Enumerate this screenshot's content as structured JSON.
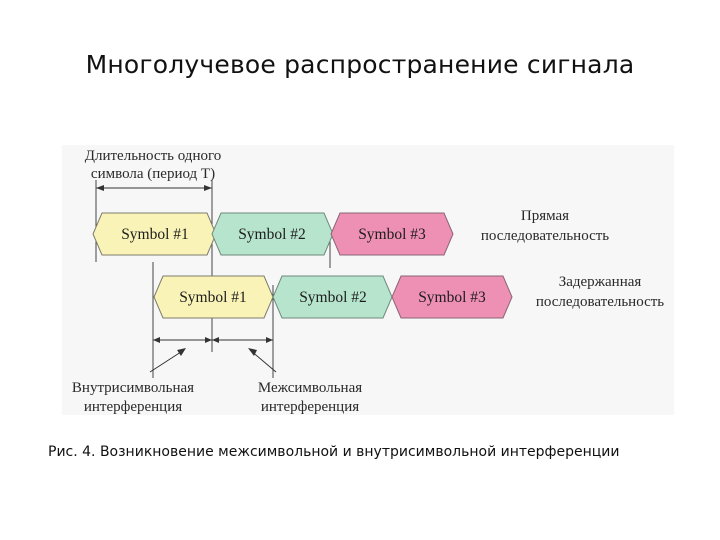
{
  "title": "Многолучевое распространение сигнала",
  "caption": "Рис. 4. Возникновение межсимвольной и внутрисимвольной интерференции",
  "diagram": {
    "symbol_duration_label": [
      "Длительность одного",
      "символа (период T)"
    ],
    "direct_sequence_label": [
      "Прямая",
      "последовательность"
    ],
    "delayed_sequence_label": [
      "Задержанная",
      "последовательность"
    ],
    "intrasymbol_label": [
      "Внутрисимвольная",
      "интерференция"
    ],
    "intersymbol_label": [
      "Межсимвольная",
      "интерференция"
    ],
    "direct_symbols": [
      {
        "label": "Symbol #1",
        "color": "#faf3b8"
      },
      {
        "label": "Symbol #2",
        "color": "#b7e4cc"
      },
      {
        "label": "Symbol #3",
        "color": "#ee8fb4"
      }
    ],
    "delayed_symbols": [
      {
        "label": "Symbol #1",
        "color": "#faf3b8"
      },
      {
        "label": "Symbol #2",
        "color": "#b7e4cc"
      },
      {
        "label": "Symbol #3",
        "color": "#ee8fb4"
      }
    ]
  }
}
